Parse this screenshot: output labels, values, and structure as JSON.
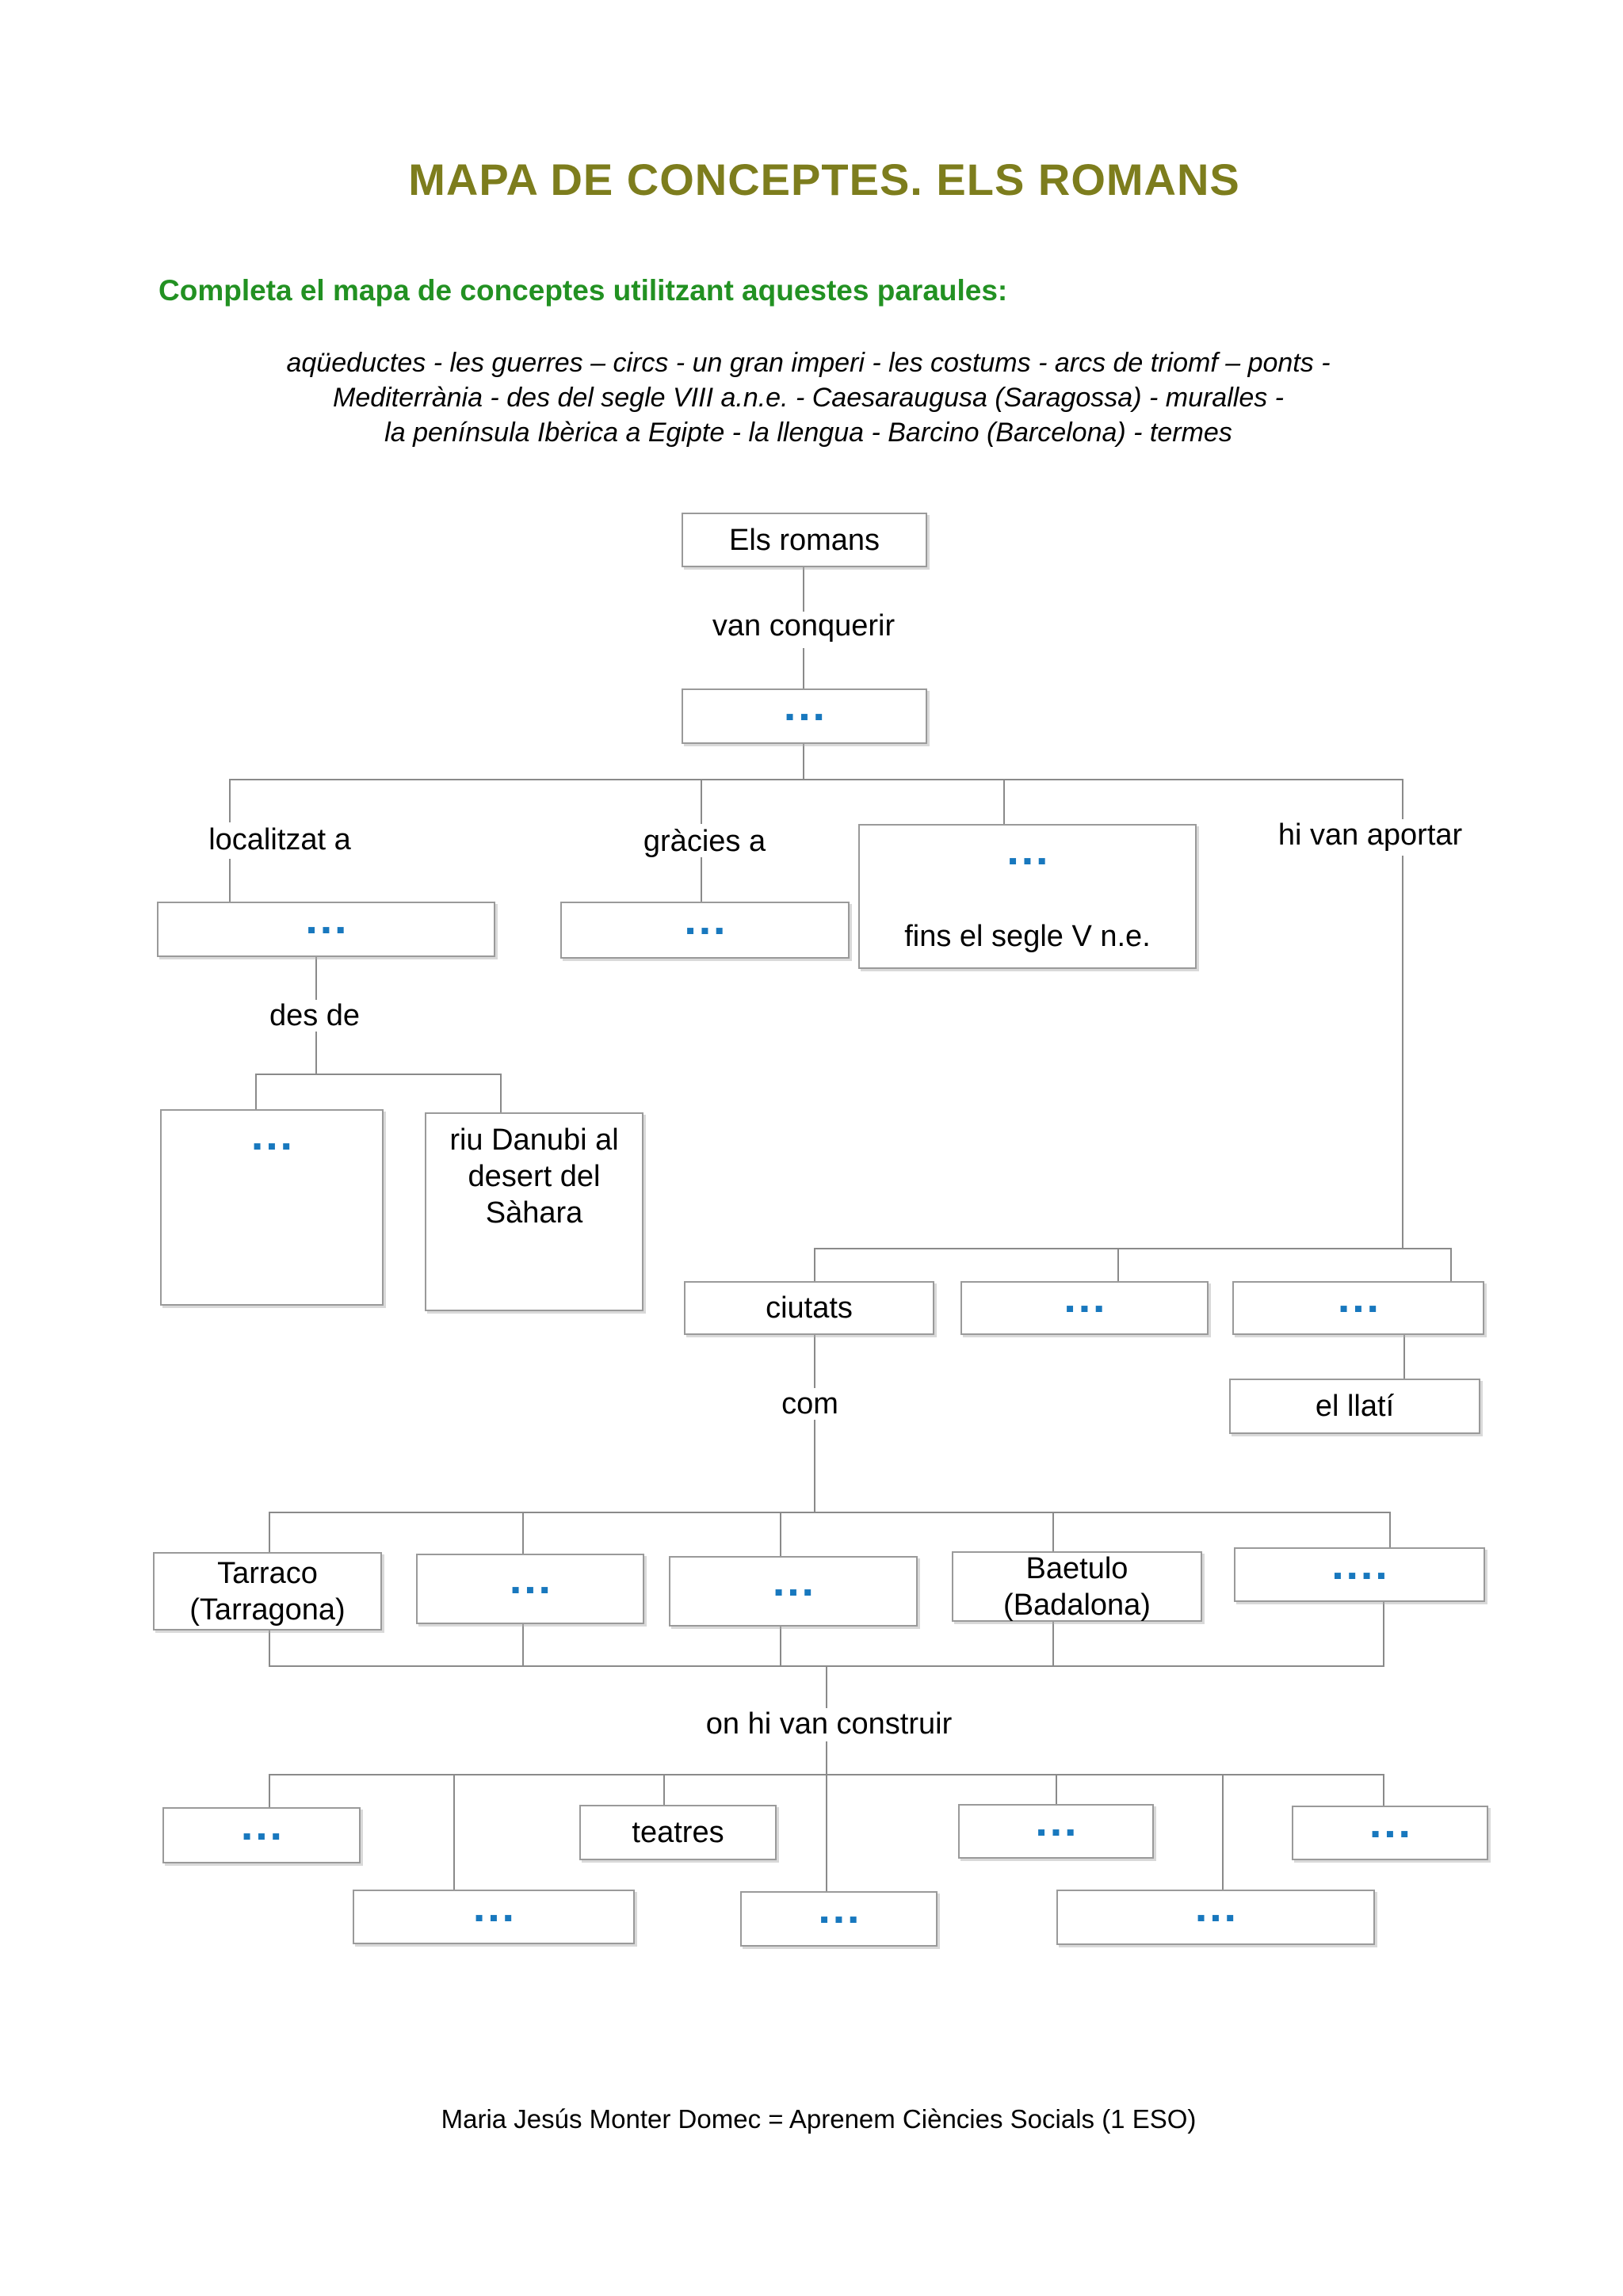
{
  "title": "MAPA DE CONCEPTES. ELS ROMANS",
  "instruction": "Completa el mapa de conceptes utilitzant aquestes paraules:",
  "word_bank": {
    "line1": "aqüeductes - les guerres – circs - un gran imperi - les costums - arcs de triomf – ponts -",
    "line2": "Mediterrània - des del segle VIII a.n.e. -  Caesaraugusa (Saragossa) -  muralles -",
    "line3": "la península Ibèrica a Egipte - la llengua - Barcino (Barcelona) - termes"
  },
  "placeholders": {
    "three": "▪▪▪",
    "four": "▪▪▪▪"
  },
  "nodes": {
    "root": "Els romans",
    "van_conquerir": "van conquerir",
    "localitzat_a": "localitzat a",
    "gracies_a": "gràcies a",
    "hi_van_aportar": "hi van aportar",
    "fins_segle": "fins el segle V n.e.",
    "des_de": "des de",
    "riu_danubi": "riu Danubi al desert del Sàhara",
    "ciutats": "ciutats",
    "el_llati": "el llatí",
    "com": "com",
    "tarraco": "Tarraco (Tarragona)",
    "baetulo": "Baetulo (Badalona)",
    "on_hi_van_construir": "on hi van construir",
    "teatres": "teatres"
  },
  "footer": "Maria Jesús Monter Domec  =  Aprenem Ciències Socials (1 ESO)",
  "colors": {
    "title_color": "#7d7d1d",
    "instruction_color": "#229122",
    "dots_color": "#1878be",
    "border_color": "#9a9a9a",
    "line_color": "#8a8a8a"
  }
}
